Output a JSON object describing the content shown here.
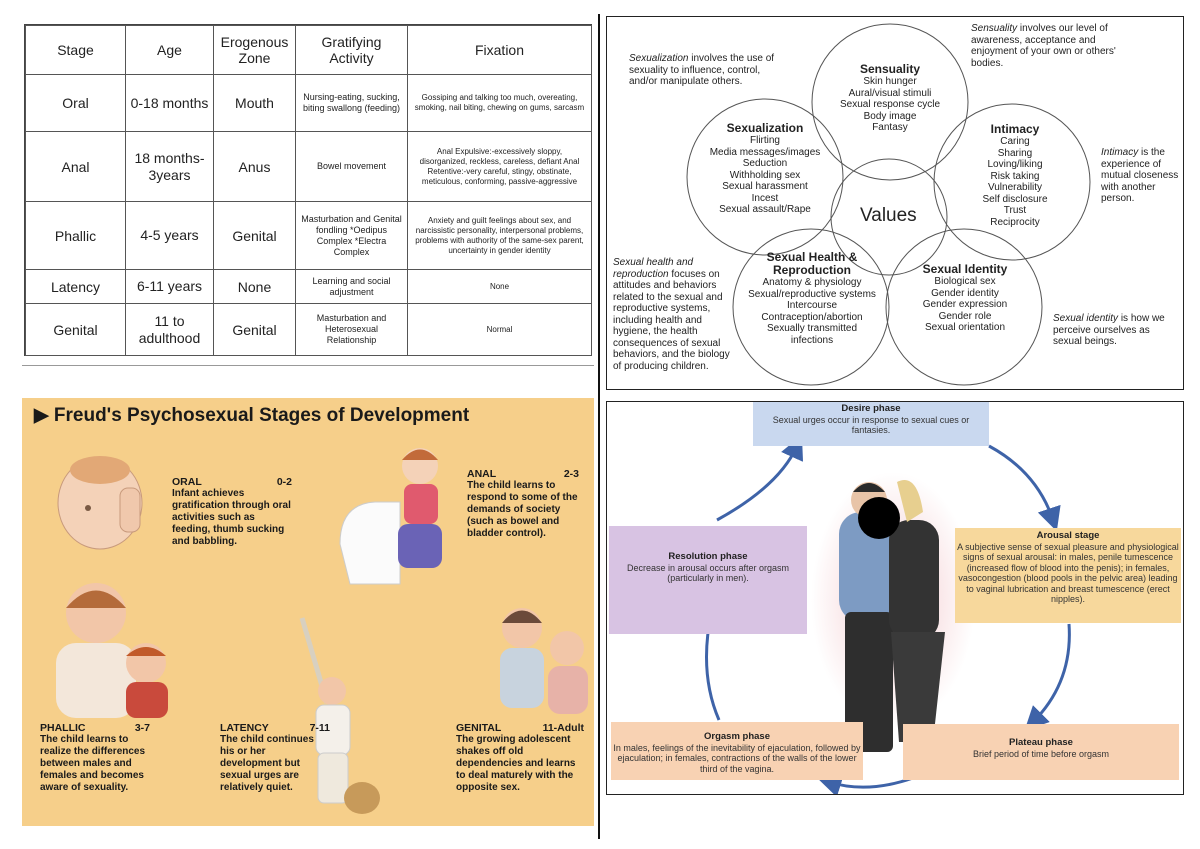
{
  "table": {
    "headers": [
      "Stage",
      "Age",
      "Erogenous Zone",
      "Gratifying Activity",
      "Fixation"
    ],
    "rows": [
      {
        "stage": "Oral",
        "age": "0-18 months",
        "zone": "Mouth",
        "activity": "Nursing-eating, sucking, biting swallong (feeding)",
        "fixation": "Gossiping and talking too much, overeating, smoking, nail biting, chewing on gums, sarcasm"
      },
      {
        "stage": "Anal",
        "age": "18 months- 3years",
        "zone": "Anus",
        "activity": "Bowel movement",
        "fixation": "Anal Expulsive:-excessively sloppy, disorganized, reckless, careless, defiant Anal Retentive:-very careful, stingy, obstinate, meticulous, conforming, passive-aggressive"
      },
      {
        "stage": "Phallic",
        "age": "4-5 years",
        "zone": "Genital",
        "activity": "Masturbation and Genital fondling *Oedipus Complex *Electra Complex",
        "fixation": "Anxiety and guilt feelings about sex, and narcissistic personality, interpersonal problems, problems with authority of the same-sex parent, uncertainty in gender identity"
      },
      {
        "stage": "Latency",
        "age": "6-11 years",
        "zone": "None",
        "activity": "Learning and social adjustment",
        "fixation": "None"
      },
      {
        "stage": "Genital",
        "age": "11 to adulthood",
        "zone": "Genital",
        "activity": "Masturbation and Heterosexual Relationship",
        "fixation": "Normal"
      }
    ]
  },
  "freud": {
    "title": "Freud's Psychosexual Stages of Development",
    "stages": [
      {
        "name": "ORAL",
        "age": "0-2",
        "text": "Infant achieves gratification through oral activities such as feeding, thumb sucking and babbling."
      },
      {
        "name": "ANAL",
        "age": "2-3",
        "text": "The child learns to respond to some of the demands of society (such as bowel and bladder control)."
      },
      {
        "name": "PHALLIC",
        "age": "3-7",
        "text": "The child learns to realize the differences between males and females and becomes aware of sexuality."
      },
      {
        "name": "LATENCY",
        "age": "7-11",
        "text": "The child continues his or her development but sexual urges are relatively quiet."
      },
      {
        "name": "GENITAL",
        "age": "11-Adult",
        "text": "The growing adolescent shakes off old dependencies and learns to deal maturely with the opposite sex."
      }
    ]
  },
  "venn": {
    "center": "Values",
    "circles": [
      {
        "title": "Sensuality",
        "items": [
          "Skin hunger",
          "Aural/visual stimuli",
          "Sexual response cycle",
          "Body image",
          "Fantasy"
        ]
      },
      {
        "title": "Sexualization",
        "items": [
          "Flirting",
          "Media messages/images",
          "Seduction",
          "Withholding sex",
          "Sexual harassment",
          "Incest",
          "Sexual assault/Rape"
        ]
      },
      {
        "title": "Intimacy",
        "items": [
          "Caring",
          "Sharing",
          "Loving/liking",
          "Risk taking",
          "Vulnerability",
          "Self disclosure",
          "Trust",
          "Reciprocity"
        ]
      },
      {
        "title": "Sexual Health & Reproduction",
        "items": [
          "Anatomy & physiology",
          "Sexual/reproductive systems",
          "Intercourse",
          "Contraception/abortion",
          "Sexually transmitted infections"
        ]
      },
      {
        "title": "Sexual Identity",
        "items": [
          "Biological sex",
          "Gender identity",
          "Gender expression",
          "Gender role",
          "Sexual orientation"
        ]
      }
    ],
    "notes": {
      "sensuality": {
        "term": "Sensuality",
        "rest": " involves our level of awareness, acceptance and enjoyment of your own or others' bodies."
      },
      "sexualization": {
        "term": "Sexualization",
        "rest": " involves the use of sexuality to influence, control, and/or manipulate others."
      },
      "intimacy": {
        "term": "Intimacy",
        "rest": " is the experience of mutual closeness with another person."
      },
      "health": {
        "term": "Sexual health and reproduction",
        "rest": " focuses on attitudes and behaviors related to the sexual and reproductive systems, including health and hygiene, the health consequences of sexual behaviors, and the biology of producing children."
      },
      "identity": {
        "term": "Sexual identity",
        "rest": " is how we perceive ourselves as sexual beings."
      }
    }
  },
  "cycle": {
    "phases": [
      {
        "title": "Desire phase",
        "text": "Sexual urges occur in response to sexual cues or fantasies.",
        "color": "#c9d8ef"
      },
      {
        "title": "Arousal stage",
        "text": "A subjective sense of sexual pleasure and physiological signs of sexual arousal: in males, penile tumescence (increased flow of blood into the penis); in females, vasocongestion (blood pools in the pelvic area) leading to vaginal lubrication and breast tumescence (erect nipples).",
        "color": "#f7d89c"
      },
      {
        "title": "Plateau phase",
        "text": "Brief period of time before orgasm",
        "color": "#f8d2b3"
      },
      {
        "title": "Orgasm phase",
        "text": "In males, feelings of the inevitability of ejaculation, followed by ejaculation; in females, contractions of the walls of the lower third of the vagina.",
        "color": "#f8d2b3"
      },
      {
        "title": "Resolution phase",
        "text": "Decrease in arousal occurs after orgasm (particularly in men).",
        "color": "#d8c3e3"
      }
    ],
    "arrow_color": "#3e63a8"
  }
}
